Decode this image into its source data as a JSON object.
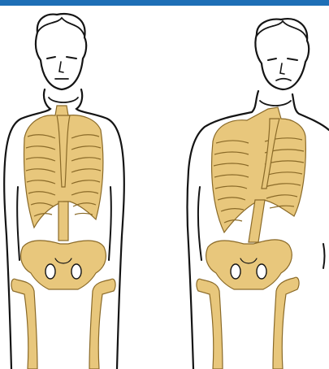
{
  "colors": {
    "top_bar": "#1e6fb6",
    "outline": "#141414",
    "bone_fill": "#e8c77c",
    "bone_stroke": "#8a6a28",
    "skin": "#ffffff"
  },
  "figures": [
    {
      "id": "left",
      "posture": "normal",
      "icon": "person-figure-icon"
    },
    {
      "id": "right",
      "posture": "shifted",
      "icon": "person-figure-icon"
    }
  ]
}
